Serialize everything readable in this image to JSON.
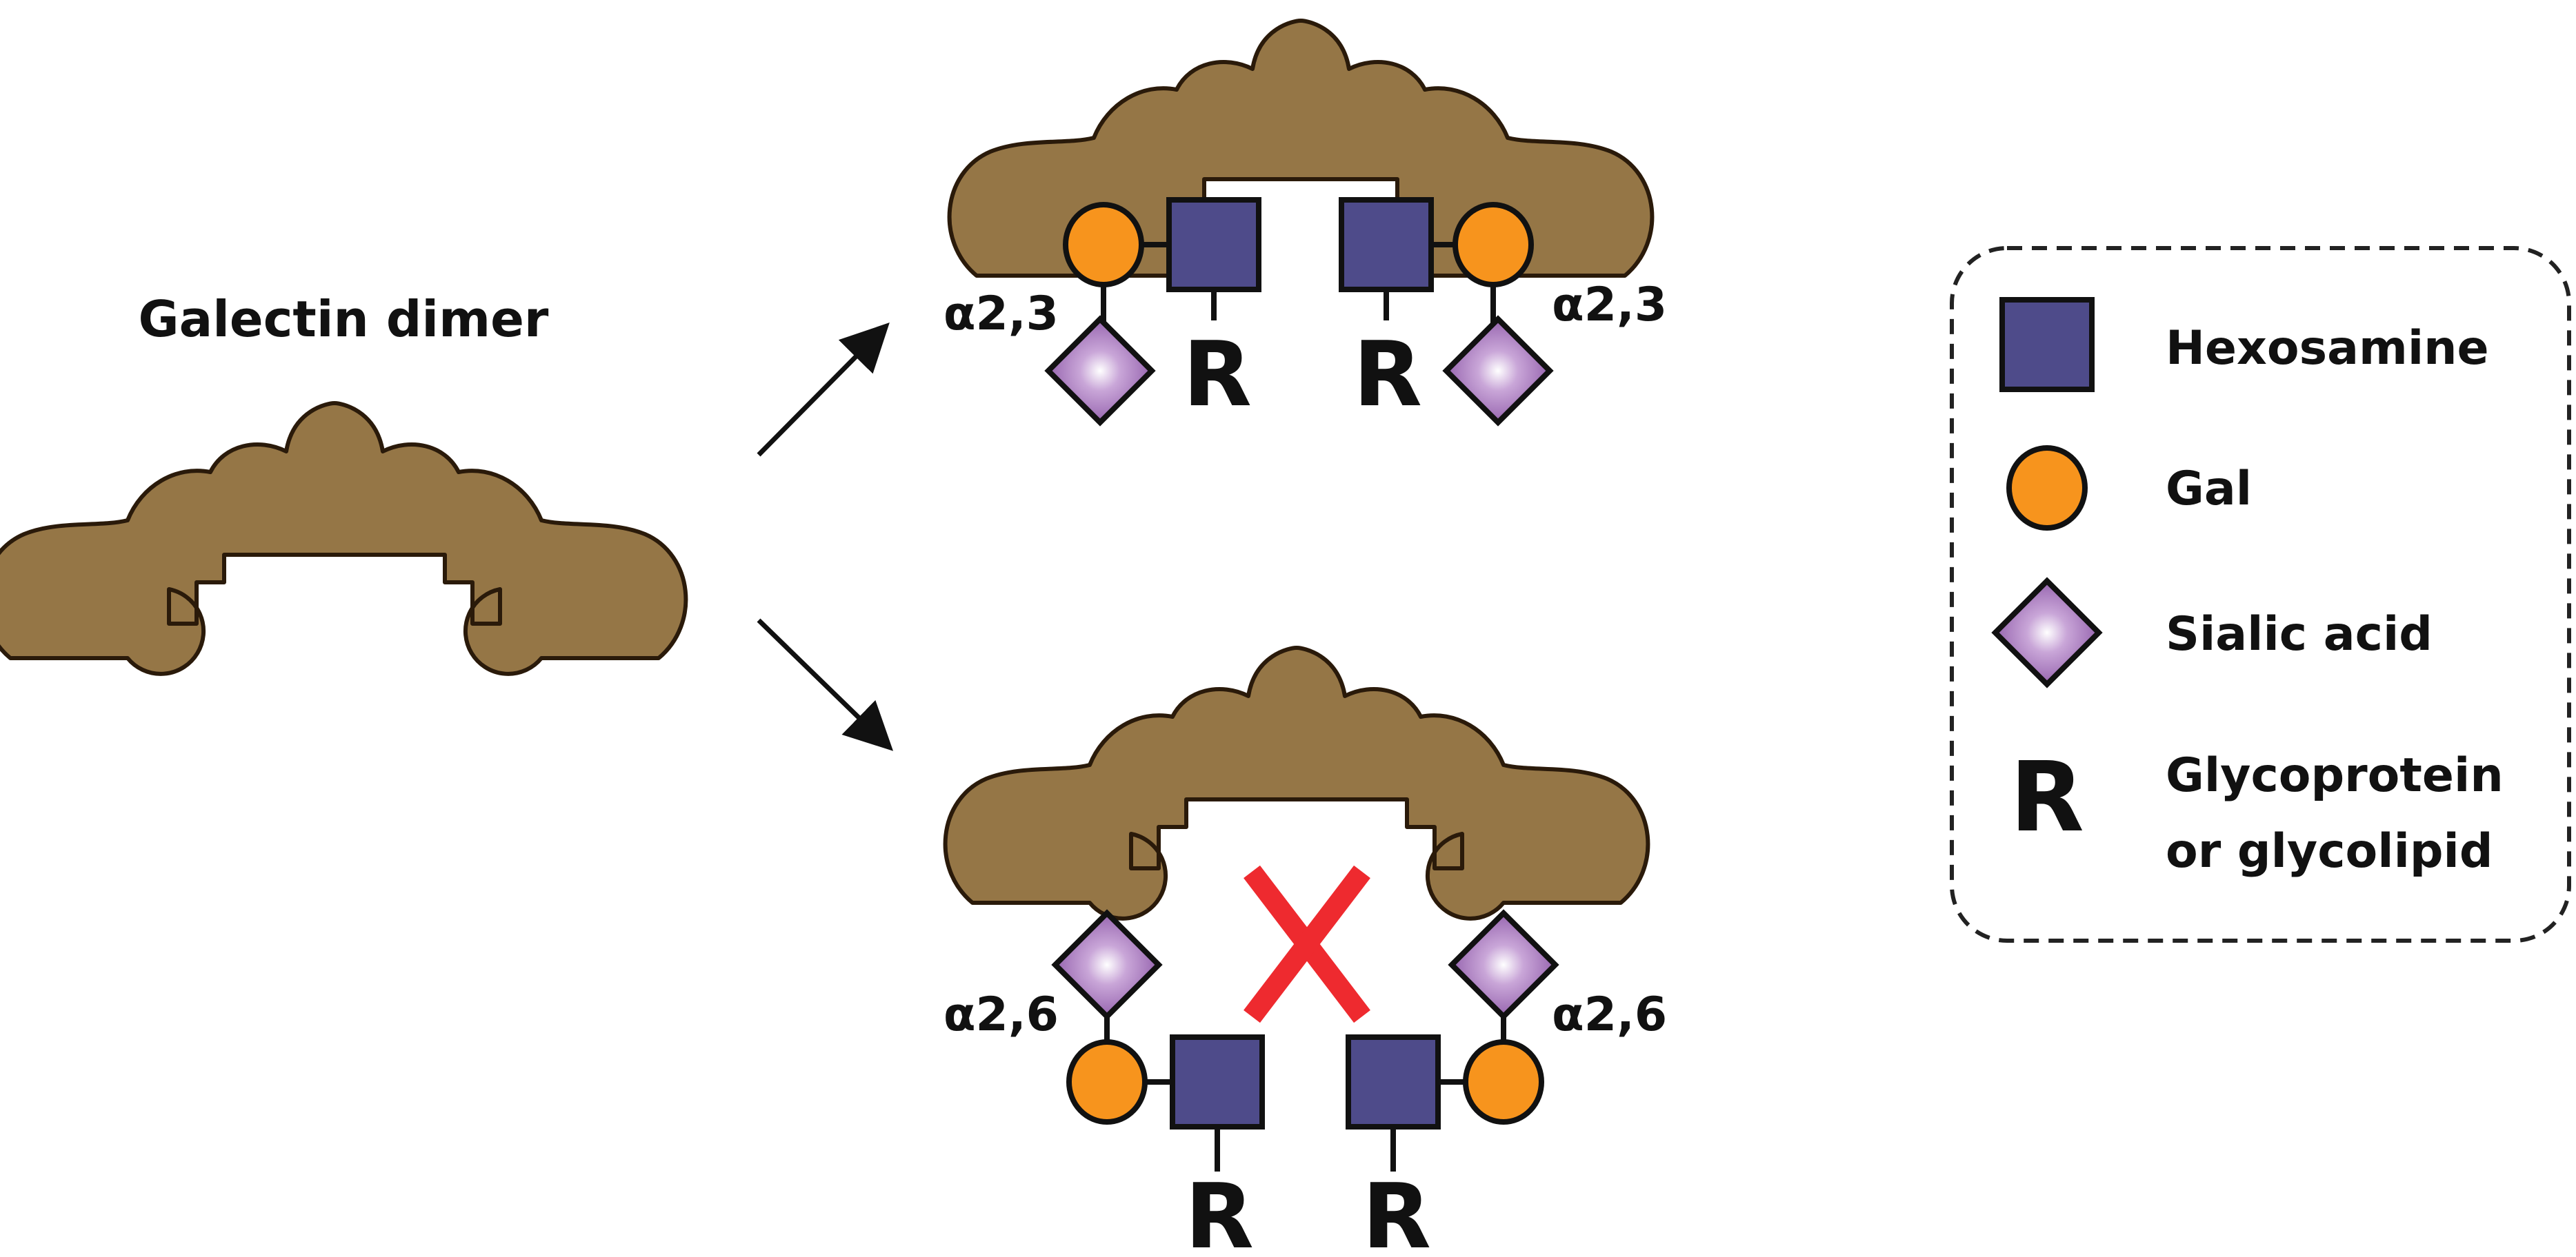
{
  "diagram": {
    "galectin_label": "Galectin dimer",
    "linkage_a23": "α2,3",
    "linkage_a26": "α2,6",
    "r_symbol": "R",
    "colors": {
      "galectin": "#957646",
      "hexosamine": "#4e4b8a",
      "gal": "#f7941d",
      "sialic_acid": "#8e5aa8",
      "blocked_cross": "#ee2a2f",
      "outline": "#2a1a0a"
    }
  },
  "legend": {
    "items": [
      {
        "symbol": "hexosamine-square",
        "label": "Hexosamine"
      },
      {
        "symbol": "gal-circle",
        "label": "Gal"
      },
      {
        "symbol": "sialic-acid-diamond",
        "label": "Sialic acid"
      },
      {
        "symbol": "R",
        "label_line1": "Glycoprotein",
        "label_line2": "or glycolipid"
      }
    ]
  }
}
